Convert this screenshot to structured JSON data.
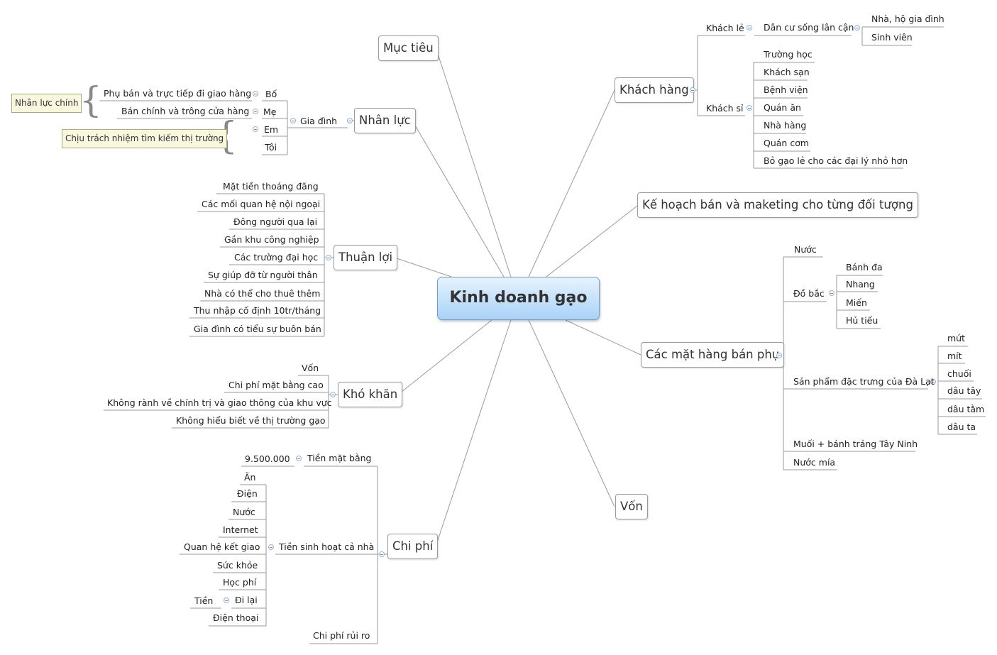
{
  "central": "Kinh doanh gạo",
  "muc_tieu": "Mục tiêu",
  "nhan_luc": {
    "label": "Nhân lực",
    "gia_dinh": "Gia đình",
    "members": [
      "Bố",
      "Mẹ",
      "Em",
      "Tôi"
    ],
    "roles": [
      "Phụ bán và trực tiếp đi giao hàng",
      "Bán chính và trông cửa hàng"
    ],
    "note1": "Nhân lực chính",
    "note2": "Chịu trách nhiệm tìm kiếm thị trường"
  },
  "thuan_loi": {
    "label": "Thuận lợi",
    "items": [
      "Mặt tiền thoáng đãng",
      "Các mối quan hệ nội ngoại",
      "Đông người qua lại",
      "Gần khu công nghiệp",
      "Các trường đại học",
      "Sự giúp đỡ từ người thân",
      "Nhà có thể cho thuê thêm",
      "Thu nhập cố định 10tr/tháng",
      "Gia đình có tiểu sự buôn bán"
    ]
  },
  "kho_khan": {
    "label": "Khó khăn",
    "items": [
      "Vốn",
      "Chi phí mặt bằng cao",
      "Không rành về chính trị và giao thông của khu vực",
      "Không hiểu biết về thị trường gạo"
    ]
  },
  "chi_phi": {
    "label": "Chi phí",
    "tien_mat_bang": "Tiền mặt bằng",
    "tien_mat_bang_value": "9.500.000",
    "sinh_hoat": "Tiền sinh hoạt cả nhà",
    "sinh_hoat_items": [
      "Ăn",
      "Điện",
      "Nước",
      "Internet",
      "Quan hệ kết giao",
      "Sức khỏe",
      "Học phí",
      "Đi lại",
      "Điện thoại"
    ],
    "di_lai_sub": "Tiền",
    "rui_ro": "Chi phí rủi ro"
  },
  "khach_hang": {
    "label": "Khách hàng",
    "khach_le": "Khách lẻ",
    "dan_cu": "Dân cư sống lân cận",
    "dan_cu_items": [
      "Nhà, hộ gia đình",
      "Sinh viên"
    ],
    "khach_si": "Khách sỉ",
    "si_items": [
      "Trường học",
      "Khách sạn",
      "Bệnh viện",
      "Quán ăn",
      "Nhà hàng",
      "Quán cơm",
      "Bỏ gạo lẻ cho các đại lý nhỏ hơn"
    ]
  },
  "ke_hoach": "Kế hoạch bán và maketing cho từng đối tượng",
  "mat_hang": {
    "label": "Các mặt hàng bán phụ",
    "nuoc": "Nước",
    "do_bac": "Đồ bắc",
    "do_bac_items": [
      "Bánh đa",
      "Nhang",
      "Miến",
      "Hủ tiếu"
    ],
    "dac_trung": "Sản phẩm đặc trưng của Đà Lạt",
    "dac_trung_items": [
      "mứt",
      "mít",
      "chuối",
      "dâu tây",
      "dâu tằm",
      "dâu ta"
    ],
    "muoi": "Muối + bánh tráng Tây Ninh",
    "nuoc_mia": "Nước mía"
  },
  "von": "Vốn"
}
